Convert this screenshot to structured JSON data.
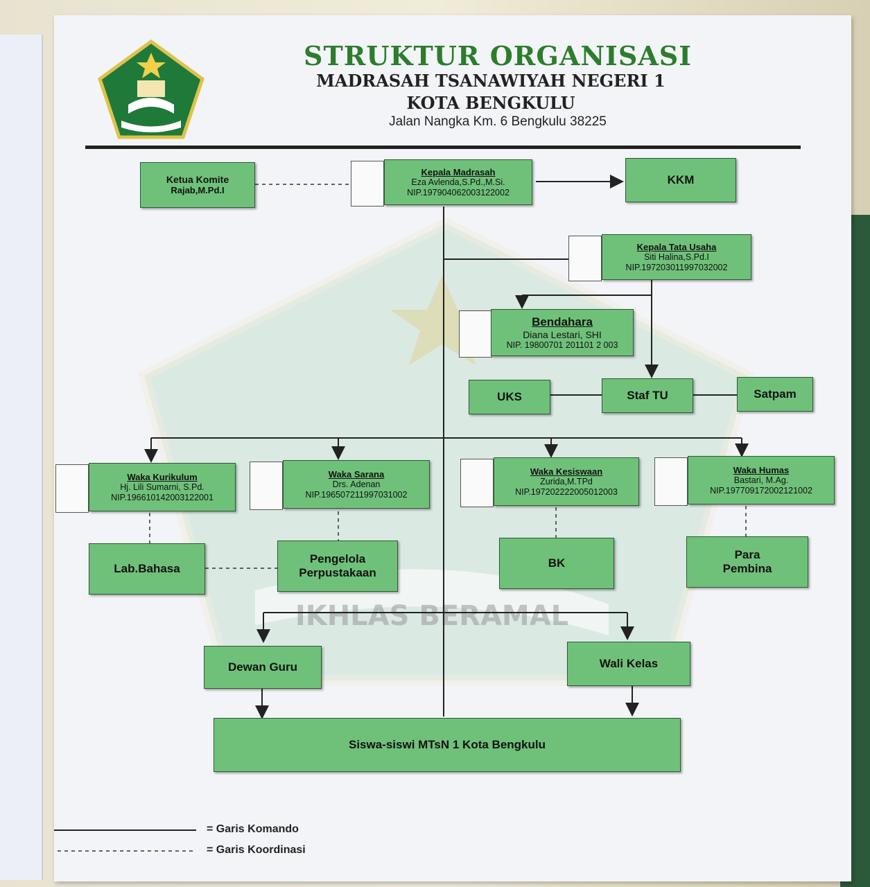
{
  "header": {
    "title": "STRUKTUR ORGANISASI",
    "subtitle_line1": "MADRASAH TSANAWIYAH NEGERI 1",
    "subtitle_line2": "KOTA BENGKULU",
    "address": "Jalan Nangka Km. 6 Bengkulu 38225"
  },
  "logo": {
    "text": "IKHLAS BERAMAL"
  },
  "nodes": {
    "ketua_komite": {
      "title": "Ketua Komite",
      "name": "Rajab,M.Pd.I"
    },
    "kepala_madrasah": {
      "title": "Kepala Madrasah",
      "name": "Eza Avlenda,S.Pd.,M.Si.",
      "nip": "NIP.197904062003122002"
    },
    "kkm": {
      "title": "KKM"
    },
    "kepala_tu": {
      "title": "Kepala Tata Usaha",
      "name": "Siti Halina,S.Pd.I",
      "nip": "NIP.197203011997032002"
    },
    "bendahara": {
      "title": "Bendahara",
      "name": "Diana Lestari, SHI",
      "nip": "NIP. 19800701 201101 2 003"
    },
    "uks": {
      "title": "UKS"
    },
    "staf_tu": {
      "title": "Staf TU"
    },
    "satpam": {
      "title": "Satpam"
    },
    "waka_kurikulum": {
      "title": "Waka Kurikulum",
      "name": "Hj. Lili Sumarni, S.Pd.",
      "nip": "NIP.196610142003122001"
    },
    "waka_sarana": {
      "title": "Waka Sarana",
      "name": "Drs. Adenan",
      "nip": "NIP.196507211997031002"
    },
    "waka_kesiswaan": {
      "title": "Waka Kesiswaan",
      "name": "Zurida,M.TPd",
      "nip": "NIP.197202222005012003"
    },
    "waka_humas": {
      "title": "Waka Humas",
      "name": "Bastari, M.Ag.",
      "nip": "NIP.197709172002121002"
    },
    "lab_bahasa": {
      "title": "Lab.Bahasa"
    },
    "perpustakaan": {
      "line1": "Pengelola",
      "line2": "Perpustakaan"
    },
    "bk": {
      "title": "BK"
    },
    "para_pembina": {
      "line1": "Para",
      "line2": "Pembina"
    },
    "dewan_guru": {
      "title": "Dewan Guru"
    },
    "wali_kelas": {
      "title": "Wali Kelas"
    },
    "siswa": {
      "title": "Siswa-siswi MTsN 1 Kota Bengkulu"
    }
  },
  "legend": {
    "komando": "= Garis Komando",
    "koordinasi": "= Garis Koordinasi"
  },
  "colors": {
    "box": "#6fc17a",
    "title": "#2c7d2c",
    "line": "#222222"
  }
}
